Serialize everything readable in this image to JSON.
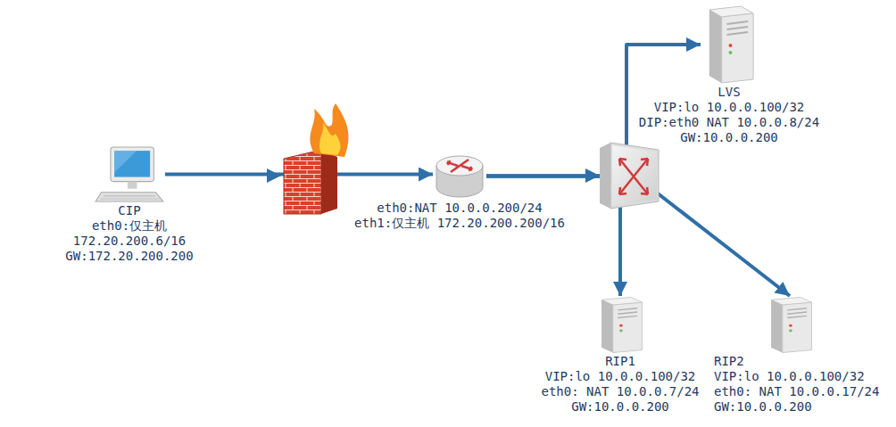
{
  "diagram": {
    "nodes": [
      {
        "text": [
          "CIP",
          "eth0:仅主机",
          "172.20.200.6/16",
          "GW:172.20.200.200"
        ]
      },
      {
        "text": [
          "eth0:NAT 10.0.0.200/24",
          "eth1:仅主机 172.20.200.200/16"
        ]
      },
      {
        "text": [
          "LVS",
          "VIP:lo 10.0.0.100/32",
          "DIP:eth0 NAT 10.0.0.8/24",
          "GW:10.0.0.200"
        ]
      },
      {
        "text": [
          "RIP1",
          "VIP:lo 10.0.0.100/32",
          "eth0: NAT 10.0.0.7/24",
          "GW:10.0.0.200"
        ]
      },
      {
        "text": [
          "RIP2",
          "VIP:lo 10.0.0.100/32",
          "eth0: NAT 10.0.0.17/24",
          "GW:10.0.0.200"
        ]
      }
    ],
    "edges": [
      {
        "from": 0,
        "to": 1,
        "arrow": "to"
      },
      {
        "from": 1,
        "to": 2,
        "arrow": "to"
      },
      {
        "from": 1,
        "to": 3,
        "arrow": "to"
      },
      {
        "from": 1,
        "to": 4,
        "arrow": "to"
      }
    ]
  }
}
